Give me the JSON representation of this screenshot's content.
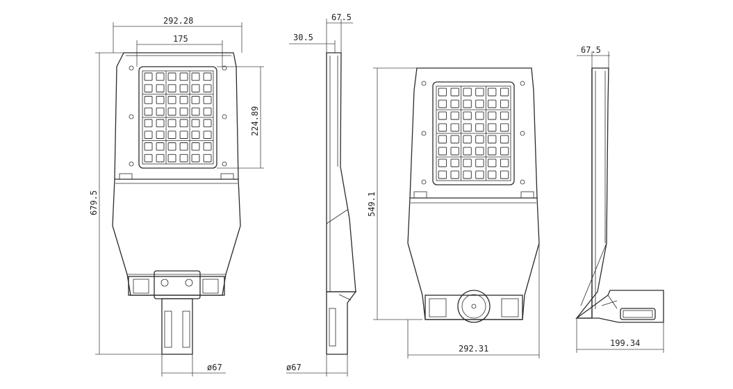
{
  "dimensions": {
    "front_width": "292.28",
    "front_panel_width": "175",
    "front_panel_height": "224.89",
    "front_height": "679.5",
    "front_pole_diameter": "ø67",
    "side_depth": "67.5",
    "side_offset": "30.5",
    "side_pole_diameter": "ø67",
    "front2_height": "549.1",
    "front2_width": "292.31",
    "side2_depth": "67.5",
    "side2_bracket_length": "199.34"
  },
  "colors": {
    "line": "#2a2a2a",
    "background": "#ffffff"
  }
}
